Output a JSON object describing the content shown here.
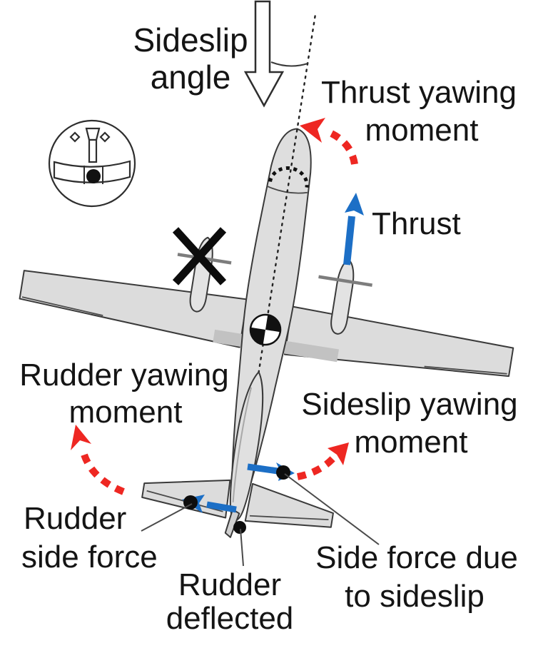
{
  "labels": {
    "sideslip_angle": {
      "line1": "Sideslip",
      "line2": "angle"
    },
    "thrust_yawing_moment": {
      "line1": "Thrust yawing",
      "line2": "moment"
    },
    "thrust": {
      "line1": "Thrust"
    },
    "rudder_yawing_moment": {
      "line1": "Rudder yawing",
      "line2": "moment"
    },
    "sideslip_yawing_moment": {
      "line1": "Sideslip yawing",
      "line2": "moment"
    },
    "rudder_side_force": {
      "line1": "Rudder",
      "line2": "side force"
    },
    "rudder_deflected": {
      "line1": "Rudder",
      "line2": "deflected"
    },
    "side_force_due_to_sideslip": {
      "line1": "Side force due",
      "line2": "to sideslip"
    }
  },
  "colors": {
    "thrust_force_arrow": "#1c6fc6",
    "yawing_moment_arrow": "#ee2722",
    "airframe_fill": "#dcdcdc",
    "airframe_outline": "#3a3a3a",
    "text": "#141414",
    "marker_dot": "#0d0d0d",
    "propeller_line": "#7d7d7d",
    "background": "#ffffff"
  },
  "icons": {
    "slip_indicator_gauge": "circular gauge with inclinometer ball",
    "failed_engine_cross": "✕",
    "cg_marker": "quartered circle",
    "sideslip_arrow": "hollow down arrow",
    "centerline": "dotted aircraft axis line"
  }
}
